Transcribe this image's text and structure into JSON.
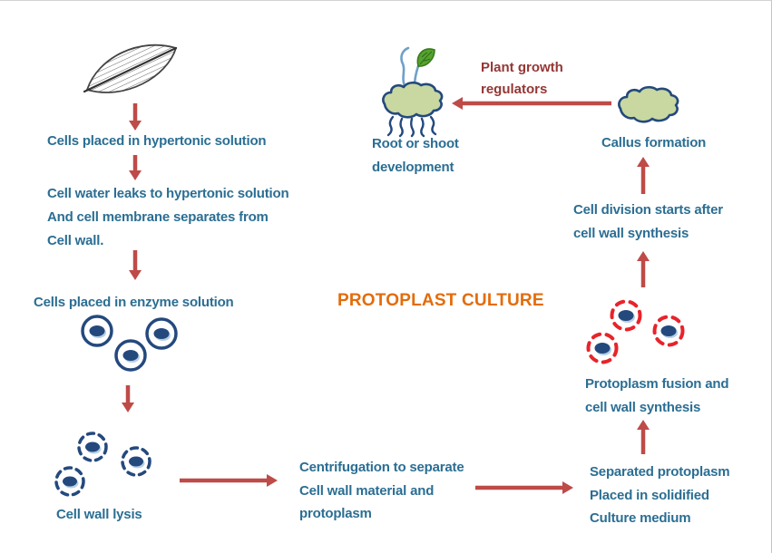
{
  "title": "PROTOPLAST CULTURE",
  "colors": {
    "text": "#2B6E93",
    "arrow": "#BE4B48",
    "darkred": "#943735",
    "title": "#E36C0A",
    "navy": "#24497D",
    "callus_fill": "#C8D8A0",
    "red_dashed": "#E8232A",
    "leaf_green": "#55A32E"
  },
  "icons": {
    "source_leaf": "leaf-icon",
    "plasmolysed_cells": "cell-in-wall-icon",
    "lysed_cells": "dashed-cell-icon",
    "fused_protoplasts": "red-dashed-protoplast-icon",
    "callus": "callus-blob-icon",
    "regenerated_plantlet": "seedling-callus-icon"
  },
  "nodes": {
    "hypertonic": "Cells placed in hypertonic solution",
    "leak1": "Cell water leaks to hypertonic solution",
    "leak2": "And cell membrane separates from",
    "leak3": "Cell wall.",
    "enzyme": "Cells placed in enzyme solution",
    "lysis": "Cell wall lysis",
    "centrifugation1": "Centrifugation to separate",
    "centrifugation2": "Cell wall material and",
    "centrifugation3": "protoplasm",
    "separated1": "Separated protoplasm",
    "separated2": "Placed in solidified",
    "separated3": "Culture medium",
    "fusion1": "Protoplasm fusion and",
    "fusion2": "cell wall synthesis",
    "division1": "Cell division starts after",
    "division2": "cell wall synthesis",
    "callus": "Callus formation",
    "regulators1": "Plant growth",
    "regulators2": "regulators",
    "rootshoot1": "Root or shoot",
    "rootshoot2": "development"
  }
}
